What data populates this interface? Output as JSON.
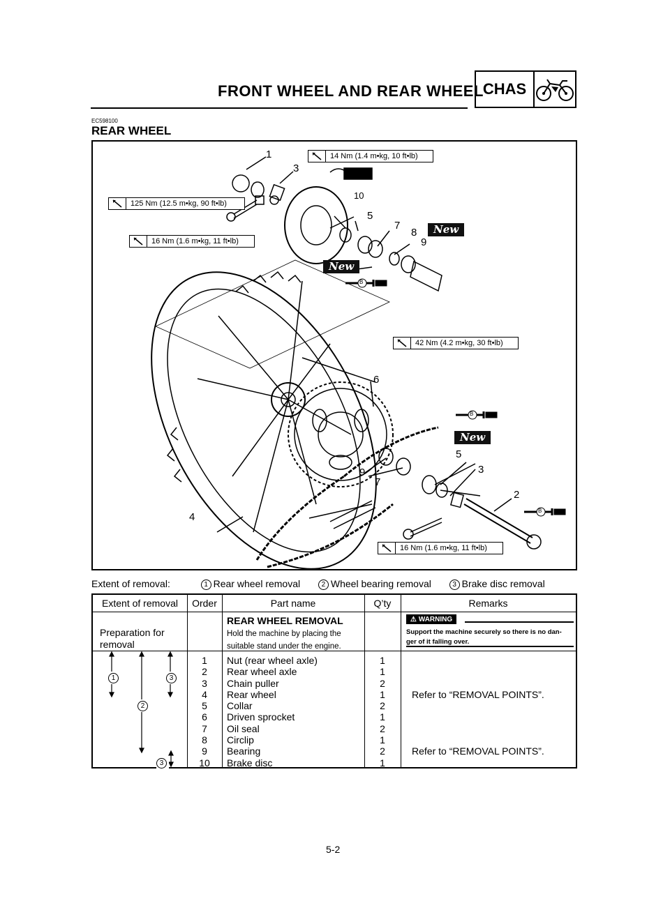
{
  "header": {
    "title": "FRONT WHEEL AND REAR WHEEL",
    "section_tag": "CHAS"
  },
  "section": {
    "code": "EC598100",
    "title": "REAR WHEEL"
  },
  "figure": {
    "torque_specs": [
      "14 Nm (1.4 m•kg, 10 ft•lb)",
      "125 Nm (12.5 m•kg, 90 ft•lb)",
      "16 Nm (1.6 m•kg, 11 ft•lb)",
      "42 Nm (4.2 m•kg, 30 ft•lb)",
      "16 Nm (1.6 m•kg, 11 ft•lb)"
    ],
    "new_label": "New",
    "grease_label": "B",
    "part_numbers": [
      "1",
      "3",
      "10",
      "5",
      "7",
      "8",
      "9",
      "6",
      "9",
      "7",
      "5",
      "3",
      "2",
      "4"
    ]
  },
  "extent": {
    "label": "Extent of removal:",
    "items": [
      {
        "num": "1",
        "text": "Rear wheel removal"
      },
      {
        "num": "2",
        "text": "Wheel bearing removal"
      },
      {
        "num": "3",
        "text": "Brake disc removal"
      }
    ]
  },
  "table": {
    "headers": [
      "Extent of removal",
      "Order",
      "Part name",
      "Q’ty",
      "Remarks"
    ],
    "preparation": "Preparation for removal",
    "preparation_line1": "Preparation for",
    "preparation_line2": "removal",
    "procedure_title": "REAR WHEEL REMOVAL",
    "procedure_note_line1": "Hold the machine by placing the",
    "procedure_note_line2": "suitable stand under the engine.",
    "warning_label": "WARNING",
    "warning_text_line1": "Support the machine securely so there is no dan-",
    "warning_text_line2": "ger of it falling over.",
    "extent_markers": [
      "1",
      "3",
      "2",
      "3"
    ],
    "rows": [
      {
        "order": "1",
        "part": "Nut (rear wheel axle)",
        "qty": "1",
        "remarks": ""
      },
      {
        "order": "2",
        "part": "Rear wheel axle",
        "qty": "1",
        "remarks": ""
      },
      {
        "order": "3",
        "part": "Chain puller",
        "qty": "2",
        "remarks": ""
      },
      {
        "order": "4",
        "part": "Rear wheel",
        "qty": "1",
        "remarks": "Refer to “REMOVAL POINTS”."
      },
      {
        "order": "5",
        "part": "Collar",
        "qty": "2",
        "remarks": ""
      },
      {
        "order": "6",
        "part": "Driven sprocket",
        "qty": "1",
        "remarks": ""
      },
      {
        "order": "7",
        "part": "Oil seal",
        "qty": "2",
        "remarks": ""
      },
      {
        "order": "8",
        "part": "Circlip",
        "qty": "1",
        "remarks": ""
      },
      {
        "order": "9",
        "part": "Bearing",
        "qty": "2",
        "remarks": "Refer to “REMOVAL POINTS”."
      },
      {
        "order": "10",
        "part": "Brake disc",
        "qty": "1",
        "remarks": ""
      }
    ]
  },
  "footer": {
    "page": "5-2"
  }
}
